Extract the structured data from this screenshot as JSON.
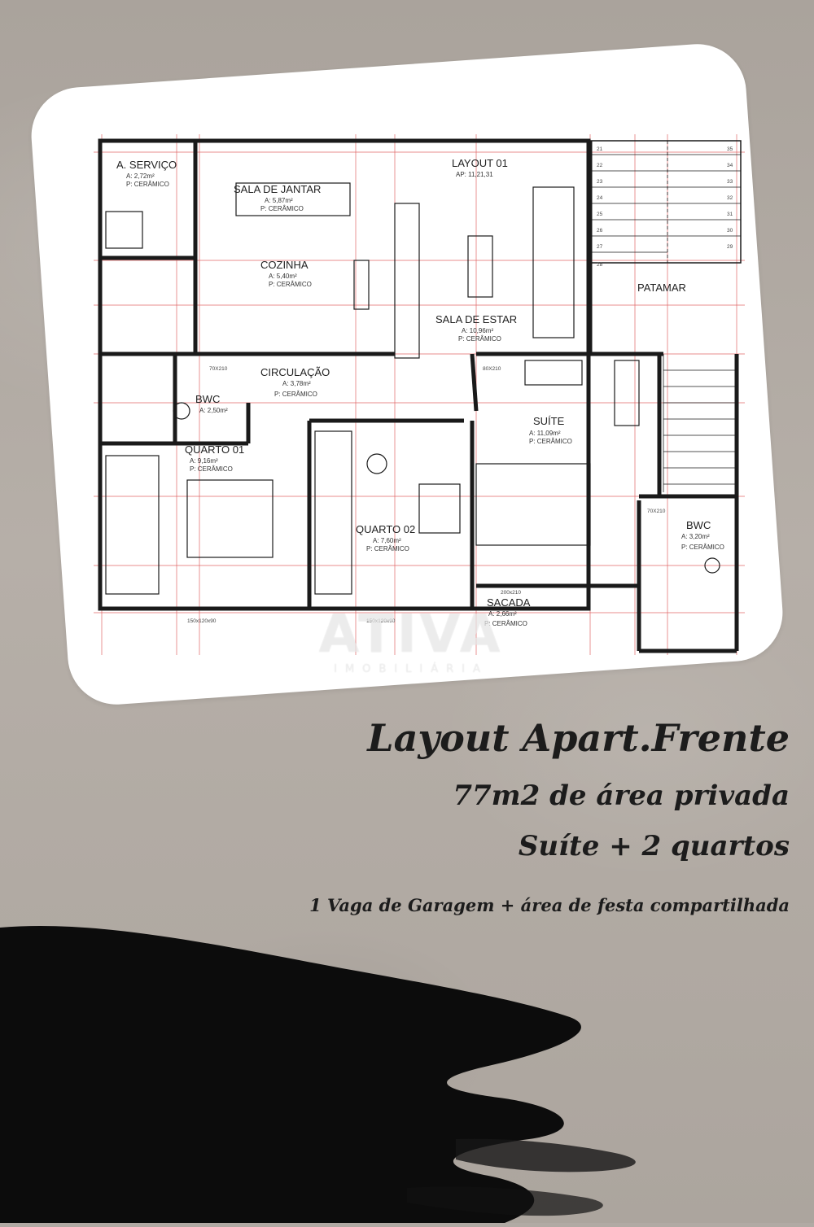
{
  "plan": {
    "layout_title": "LAYOUT 01",
    "layout_area": "AP: 11,21,31",
    "rooms": [
      {
        "name": "A. SERVIÇO",
        "area": "A: 2,72m²",
        "floor": "P: CERÂMICO"
      },
      {
        "name": "SALA DE JANTAR",
        "area": "A: 5,87m²",
        "floor": "P: CERÂMICO"
      },
      {
        "name": "COZINHA",
        "area": "A: 5,40m²",
        "floor": "P: CERÂMICO"
      },
      {
        "name": "SALA DE ESTAR",
        "area": "A: 10,96m²",
        "floor": "P: CERÂMICO"
      },
      {
        "name": "CIRCULAÇÃO",
        "area": "A: 3,78m²",
        "floor": "P: CERÂMICO"
      },
      {
        "name": "BWC",
        "area": "A: 2,50m²",
        "floor": ""
      },
      {
        "name": "SUÍTE",
        "area": "A: 11,09m²",
        "floor": "P: CERÂMICO"
      },
      {
        "name": "QUARTO 01",
        "area": "A: 9,16m²",
        "floor": "P: CERÂMICO"
      },
      {
        "name": "QUARTO 02",
        "area": "A: 7,60m²",
        "floor": "P: CERÂMICO"
      },
      {
        "name": "BWC",
        "area": "A: 3,20m²",
        "floor": "P: CERÂMICO"
      },
      {
        "name": "SACADA",
        "area": "A: 2,66m²",
        "floor": "P: CERÂMICO"
      },
      {
        "name": "PATAMAR",
        "area": "",
        "floor": ""
      }
    ],
    "stairs_left": [
      "21",
      "22",
      "23",
      "24",
      "25",
      "26",
      "27",
      "28"
    ],
    "stairs_right": [
      "35",
      "34",
      "33",
      "32",
      "31",
      "30",
      "29"
    ],
    "doors": [
      "70X210",
      "80X210",
      "70X210"
    ],
    "windows": [
      "150x120x90",
      "150x120x90",
      "200x210"
    ]
  },
  "watermark": {
    "brand": "ATIVA",
    "sub": "IMOBILIÁRIA"
  },
  "caption": {
    "title": "Layout Apart.Frente",
    "area": "77m2 de área privada",
    "rooms": "Suíte + 2 quartos",
    "extra": "1 Vaga de Garagem + área de festa compartilhada"
  },
  "colors": {
    "background": "#b1aaa4",
    "card": "#ffffff",
    "wall": "#1a1a1a",
    "grid_line": "#d84040",
    "brush": "#0c0c0c"
  }
}
